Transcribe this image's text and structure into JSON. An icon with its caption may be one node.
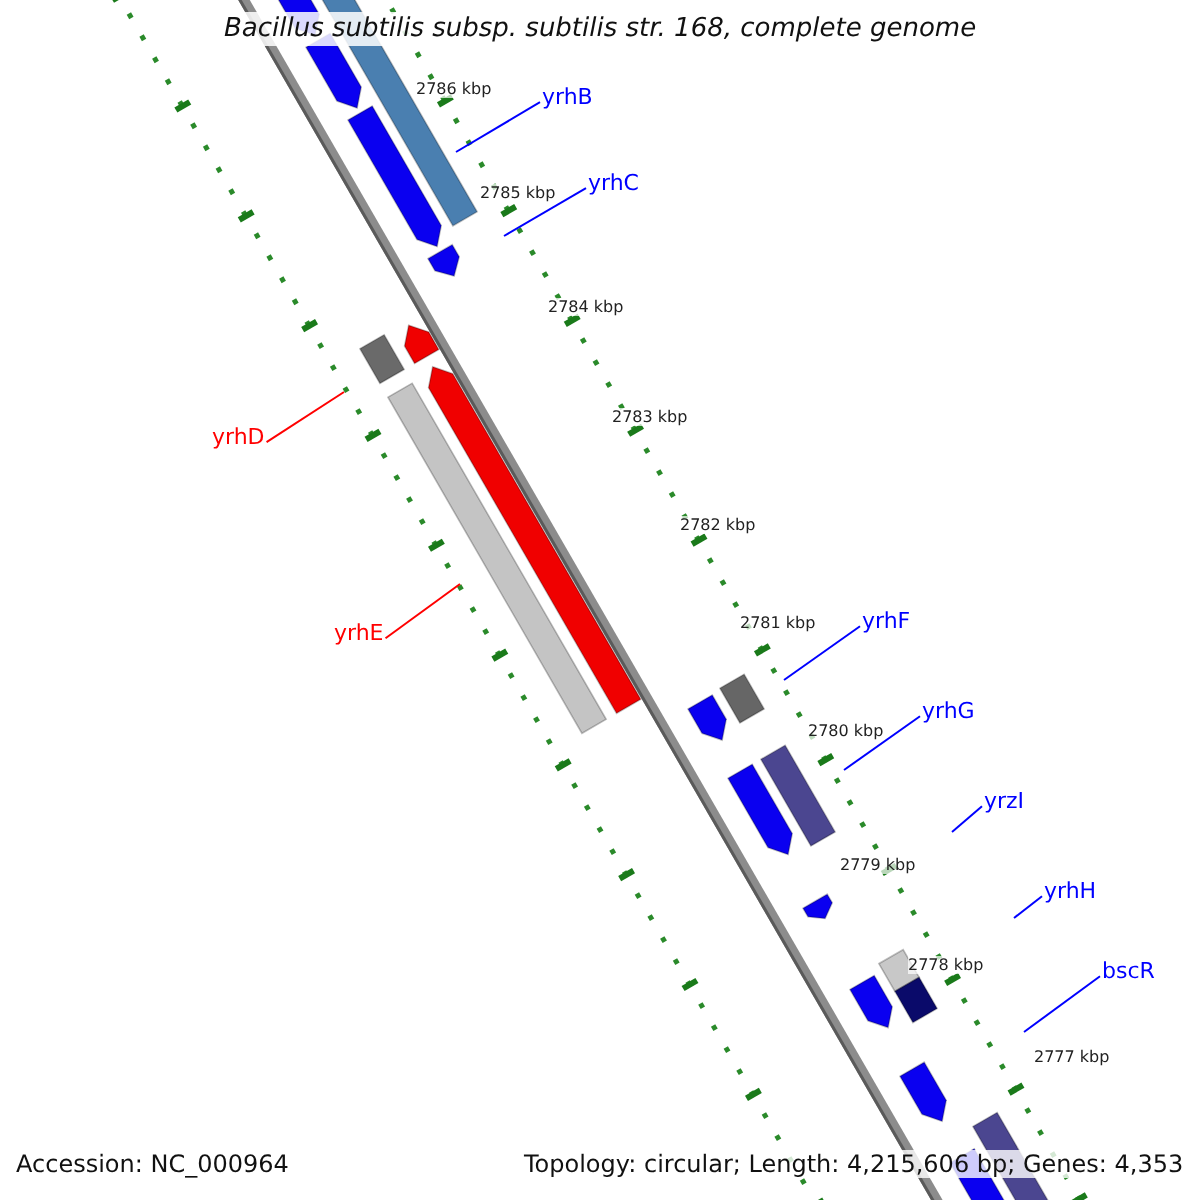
{
  "diagram": {
    "title": "Bacillus subtilis subsp. subtilis str. 168, complete genome",
    "nodes": [
      {
        "text": [
          "yrhB"
        ]
      },
      {
        "text": [
          "yrhC"
        ]
      },
      {
        "text": [
          "yrhD"
        ]
      },
      {
        "text": [
          "yrhE"
        ]
      },
      {
        "text": [
          "yrhF"
        ]
      },
      {
        "text": [
          "yrhG"
        ]
      },
      {
        "text": [
          "yrzI"
        ]
      },
      {
        "text": [
          "yrhH"
        ]
      },
      {
        "text": [
          "bscR"
        ]
      }
    ],
    "edges": [
      {
        "from": 0,
        "to": null,
        "arrow": "none"
      },
      {
        "from": 1,
        "to": null,
        "arrow": "none"
      },
      {
        "from": 2,
        "to": null,
        "arrow": "none",
        "color": "#ff0000"
      },
      {
        "from": 3,
        "to": null,
        "arrow": "none",
        "color": "#ff0000"
      },
      {
        "from": 4,
        "to": null,
        "arrow": "none"
      },
      {
        "from": 5,
        "to": null,
        "arrow": "none"
      },
      {
        "from": 6,
        "to": null,
        "arrow": "none"
      },
      {
        "from": 7,
        "to": null,
        "arrow": "none"
      },
      {
        "from": 8,
        "to": null,
        "arrow": "none"
      }
    ],
    "labels": [
      "2786 kbp",
      "2785 kbp",
      "2784 kbp",
      "2783 kbp",
      "2782 kbp",
      "2781 kbp",
      "2780 kbp",
      "2779 kbp",
      "2778 kbp",
      "2777 kbp",
      "Accession: NC_000964",
      "Topology: circular; Length: 4,215,606 bp; Genes: 4,353"
    ]
  }
}
